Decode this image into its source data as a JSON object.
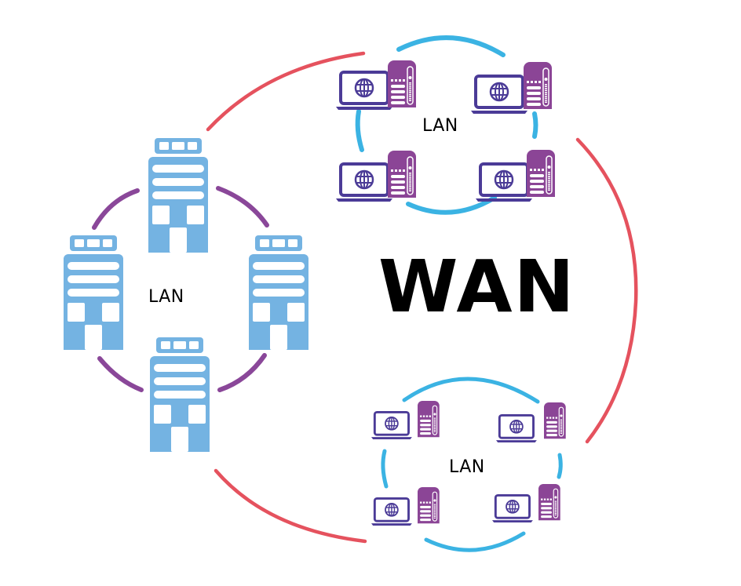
{
  "diagram": {
    "title": "WAN",
    "colors": {
      "wan_link": "#e5525e",
      "office_lan_link": "#8a4799",
      "computer_lan_link": "#3bb3e3",
      "building": "#74b3e2",
      "laptop": "#4b3b97",
      "server": "#8b4596",
      "text": "#000000"
    },
    "networks": [
      {
        "id": "office-lan",
        "label": "LAN",
        "node_type": "building",
        "node_count": 4
      },
      {
        "id": "top-lan",
        "label": "LAN",
        "node_type": "workstation",
        "node_count": 4
      },
      {
        "id": "bottom-lan",
        "label": "LAN",
        "node_type": "workstation",
        "node_count": 4
      }
    ]
  }
}
